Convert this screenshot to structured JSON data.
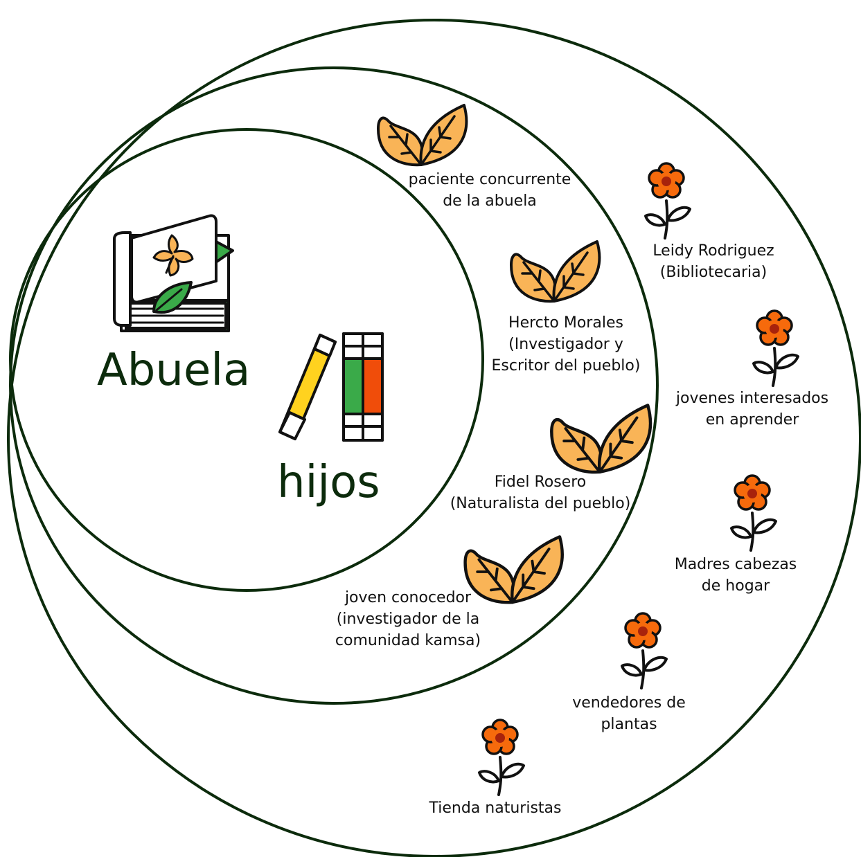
{
  "center": {
    "abuela_label": "Abuela",
    "hijos_label": "hijos",
    "icons": [
      "herb-book-icon",
      "books-icon"
    ]
  },
  "middle_ring": {
    "icon": "leaves-icon",
    "icon_color": "#f9b457",
    "items": [
      {
        "lines": [
          "paciente concurrente",
          "de la abuela"
        ]
      },
      {
        "lines": [
          "Hercto Morales",
          "(Investigador y",
          "Escritor del pueblo)"
        ]
      },
      {
        "lines": [
          "Fidel Rosero",
          "(Naturalista del pueblo)"
        ]
      },
      {
        "lines": [
          "joven conocedor",
          "(investigador de la",
          "comunidad kamsa)"
        ]
      }
    ]
  },
  "outer_ring": {
    "icon": "flower-icon",
    "icon_color": "#f66a0c",
    "items": [
      {
        "lines": [
          "Leidy Rodriguez",
          "(Bibliotecaria)"
        ]
      },
      {
        "lines": [
          "jovenes  interesados",
          "en aprender"
        ]
      },
      {
        "lines": [
          "Madres cabezas",
          "de hogar"
        ]
      },
      {
        "lines": [
          "vendedores de",
          "plantas"
        ]
      },
      {
        "lines": [
          "Tienda naturistas"
        ]
      }
    ]
  },
  "colors": {
    "ring_stroke": "#0c2b0c",
    "leaf_fill": "#f9b457",
    "flower_petals": "#f66a0c",
    "flower_center": "#a8230c",
    "book_green": "#3aaa49",
    "book_yellow": "#ffd21f",
    "book_orange": "#f04d0a"
  }
}
